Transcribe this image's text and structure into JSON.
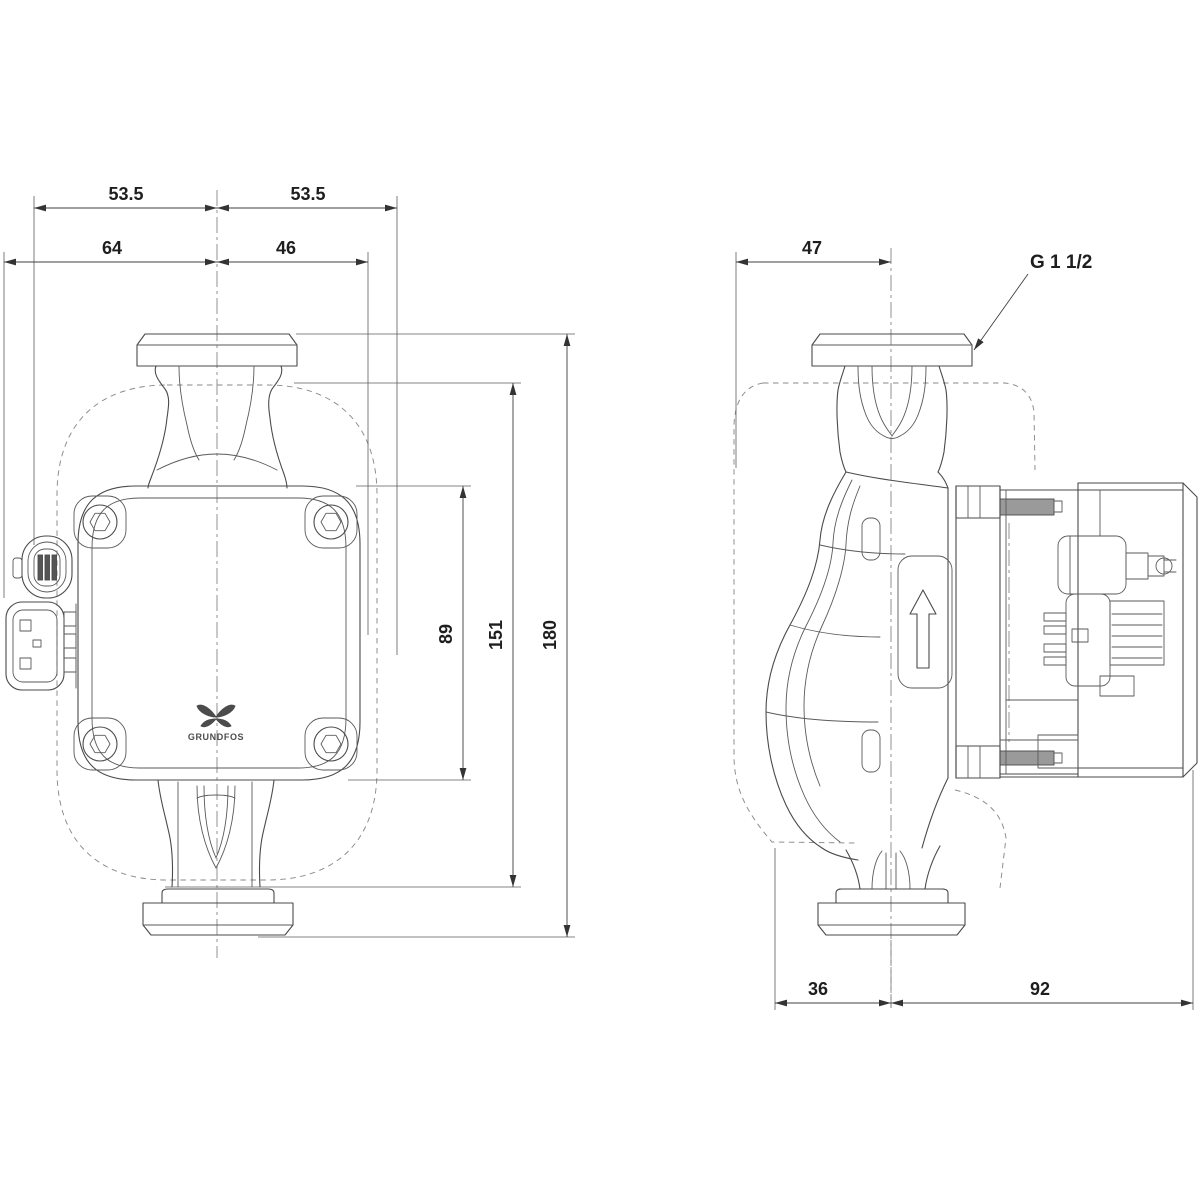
{
  "front_view": {
    "dim_half_width_left": "53.5",
    "dim_half_width_right": "53.5",
    "dim_connector_to_center": "64",
    "dim_center_to_right": "46",
    "dim_body_height": "89",
    "dim_port_to_collar": "151",
    "dim_port_to_port": "180",
    "logo_text": "GRUNDFOS"
  },
  "side_view": {
    "dim_center_to_front": "47",
    "dim_bottom_left": "36",
    "dim_bottom_right": "92",
    "thread_label": "G 1 1/2"
  },
  "style": {
    "line_color": "#4a4a4a",
    "dim_color": "#3f3f3f",
    "background": "#ffffff",
    "bolt_fill": "#9a9a9a"
  }
}
